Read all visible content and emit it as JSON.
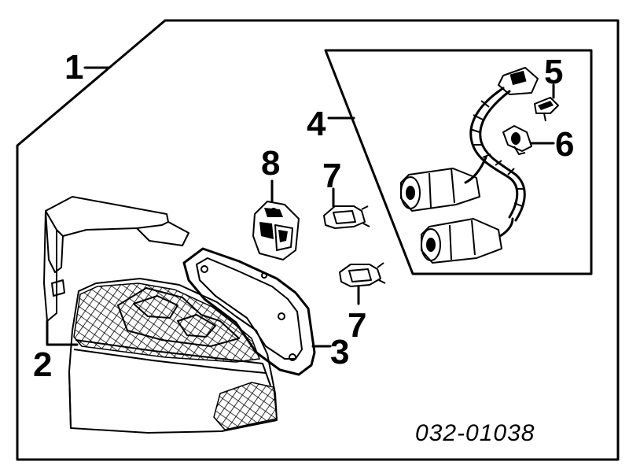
{
  "diagram": {
    "part_number": "032-01038",
    "callouts": {
      "c1": "1",
      "c2": "2",
      "c3": "3",
      "c4": "4",
      "c5": "5",
      "c6": "6",
      "c7a": "7",
      "c7b": "7",
      "c8": "8"
    },
    "ink_color": "#000000",
    "background_color": "#ffffff"
  }
}
